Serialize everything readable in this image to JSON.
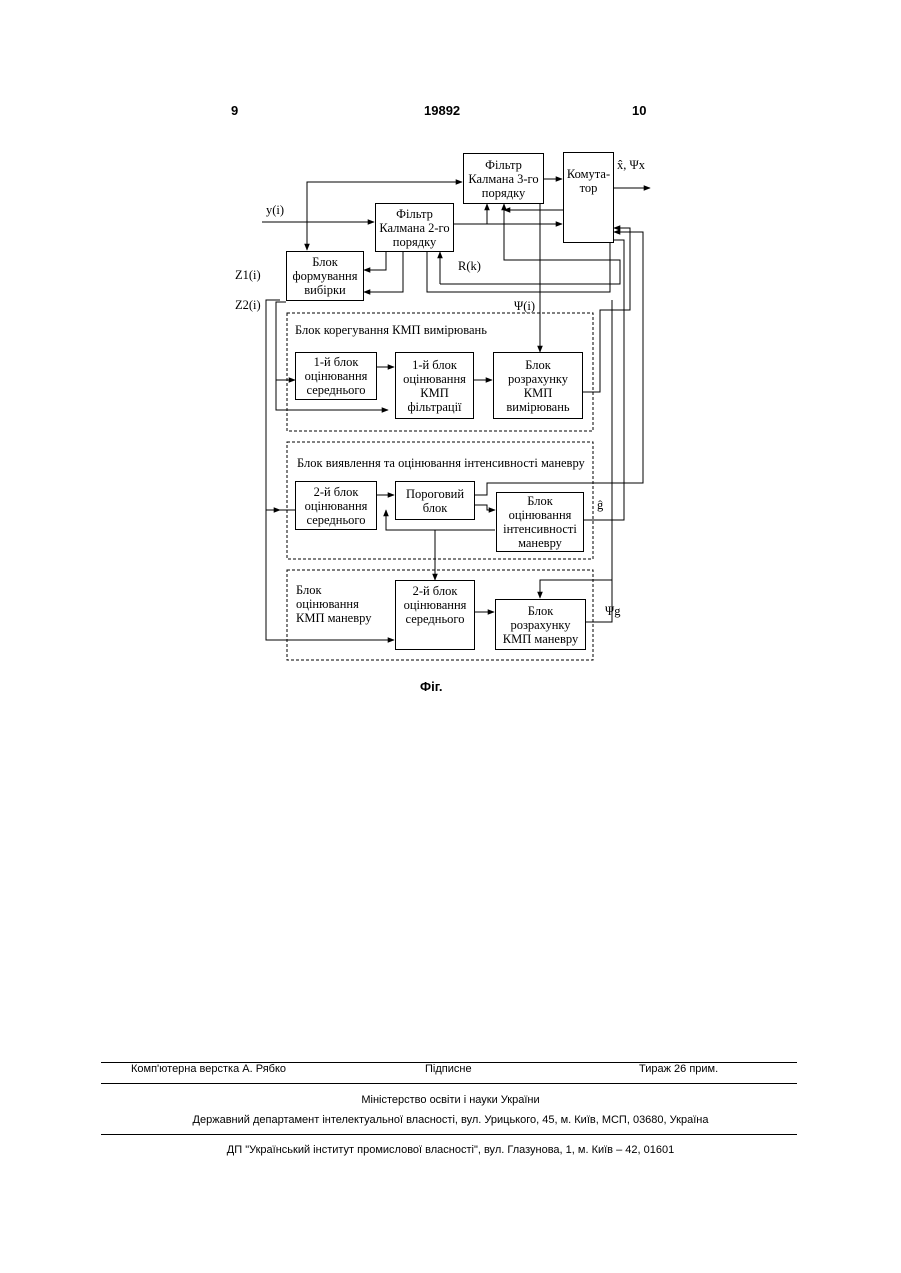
{
  "header": {
    "page_left": "9",
    "patent_number": "19892",
    "page_right": "10"
  },
  "blocks": {
    "kalman3": "Фільтр\nКалмана 3-го\nпорядку",
    "komutator": "Комута-\nтор",
    "kalman2": "Фільтр\nКалмана 2-го\nпорядку",
    "formuvannya": "Блок\nформування\nвибірки",
    "est_mean1": "1-й блок\nоцінювання\nсереднього",
    "est_kmp_filt": "1-й блок\nоцінювання\nКМП\nфільтрації",
    "calc_kmp_meas": "Блок\nрозрахунку\nКМП\nвимірювань",
    "est_mean2": "2-й блок\nоцінювання\nсереднього",
    "threshold": "Пороговий\nблок",
    "est_intensity": "Блок\nоцінювання\nінтенсивності\nманевру",
    "est_mean2b": "2-й блок\nоцінювання\nсереднього",
    "calc_kmp_man": "Блок\nрозрахунку\nКМП маневру"
  },
  "groups": {
    "correction": "Блок корегування КМП вимірювань",
    "detection": "Блок виявлення та оцінювання інтенсивності маневру",
    "maneuver": "Блок\nоцінювання\nКМП маневру"
  },
  "signals": {
    "output": "x̂, Ψx",
    "y": "y(i)",
    "z1": "Z1(i)",
    "z2": "Z2(i)",
    "r": "R(k)",
    "psi_i": "Ψ(i)",
    "g_hat": "ĝ",
    "psi_g": "Ψg"
  },
  "caption": "Фіг.",
  "footer": {
    "layout": "Комп'ютерна верстка А. Рябко",
    "signed": "Підписне",
    "circulation": "Тираж 26 прим.",
    "ministry": "Міністерство освіти і науки України",
    "department": "Державний департамент інтелектуальної власності, вул. Урицького, 45, м. Київ, МСП, 03680, Україна",
    "institute": "ДП \"Український інститут промислової власності\", вул. Глазунова, 1, м. Київ – 42, 01601"
  }
}
